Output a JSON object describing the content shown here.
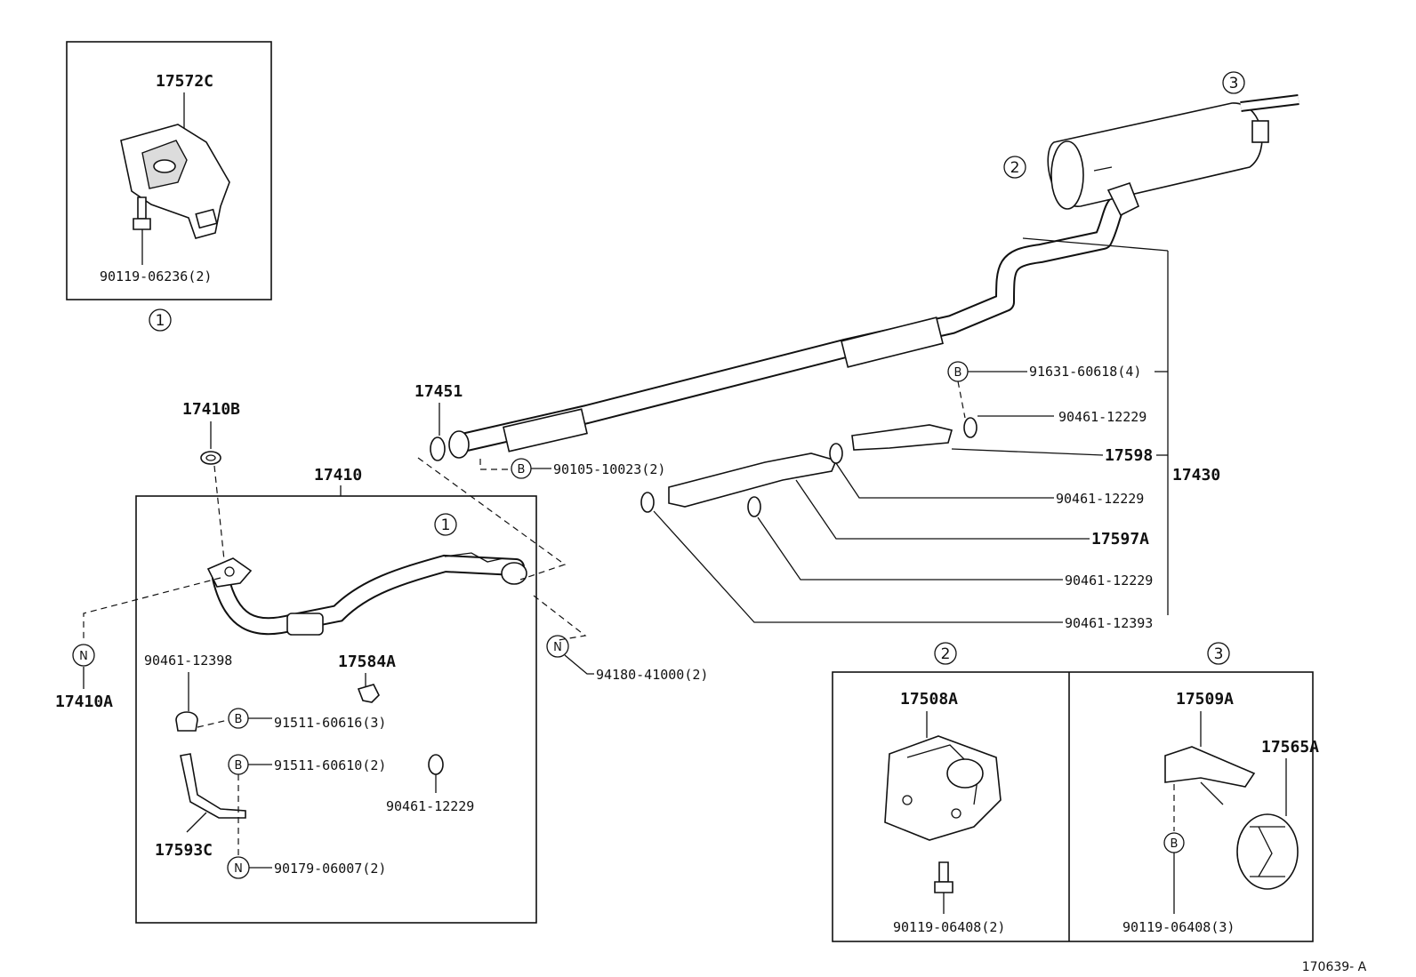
{
  "labels": {
    "p17572C": "17572C",
    "p90119_06236": "90119-06236(2)",
    "p17410B": "17410B",
    "p17410": "17410",
    "p17451": "17451",
    "p90105_10023": "90105-10023(2)",
    "p17410A": "17410A",
    "p90461_12398": "90461-12398",
    "p17584A": "17584A",
    "p91511_60616": "91511-60616(3)",
    "p91511_60610": "91511-60610(2)",
    "p90461_12229_a": "90461-12229",
    "p17593C": "17593C",
    "p90179_06007": "90179-06007(2)",
    "p94180_41000": "94180-41000(2)",
    "p91631_60618": "91631-60618(4)",
    "p90461_12229_b": "90461-12229",
    "p17598": "17598",
    "p17430": "17430",
    "p90461_12229_c": "90461-12229",
    "p17597A": "17597A",
    "p90461_12229_d": "90461-12229",
    "p90461_12393": "90461-12393",
    "p17508A": "17508A",
    "p90119_06408_2": "90119-06408(2)",
    "p17509A": "17509A",
    "p17565A": "17565A",
    "p90119_06408_3": "90119-06408(3)",
    "ref": "170639- A"
  },
  "markers": {
    "one": "1",
    "two": "2",
    "three": "3",
    "B": "B",
    "N": "N"
  }
}
